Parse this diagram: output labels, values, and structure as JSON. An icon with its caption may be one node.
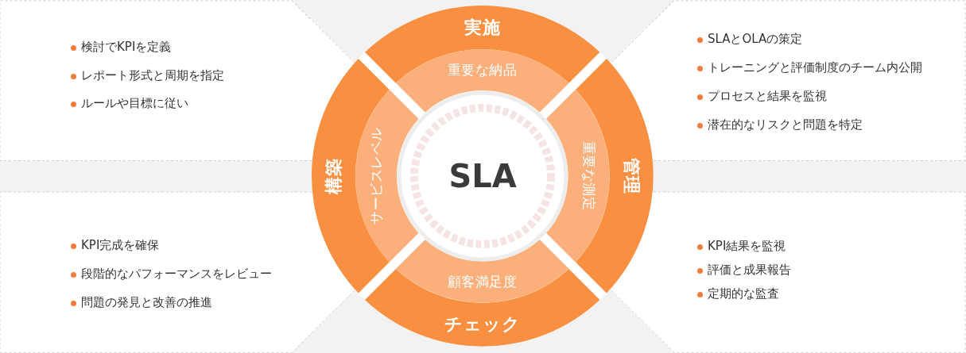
{
  "diagram": {
    "nodes": [
      {
        "text": [
          "検討でKPIを定義",
          "レポート形式と周期を指定",
          "ルールや目標に従い"
        ]
      },
      {
        "text": [
          "SLAとOLAの策定",
          "トレーニングと評価制度のチーム内公開",
          "プロセスと結果を監視",
          "潜在的なリスクと問題を特定"
        ]
      },
      {
        "text": [
          "KPI完成を確保",
          "段階的なパフォーマンスをレビュー",
          "問題の発見と改善の推進"
        ]
      },
      {
        "text": [
          "KPI結果を監視",
          "評価と成果報告",
          "定期的な監査"
        ]
      },
      {
        "text": [
          "実施"
        ]
      },
      {
        "text": [
          "管理"
        ]
      },
      {
        "text": [
          "チェック"
        ]
      },
      {
        "text": [
          "構築"
        ]
      },
      {
        "text": [
          "重要な納品"
        ]
      },
      {
        "text": [
          "重要な測定"
        ]
      },
      {
        "text": [
          "顧客満足度"
        ]
      },
      {
        "text": [
          "サービスレベル"
        ]
      },
      {
        "text": [
          "SLA"
        ]
      }
    ]
  }
}
